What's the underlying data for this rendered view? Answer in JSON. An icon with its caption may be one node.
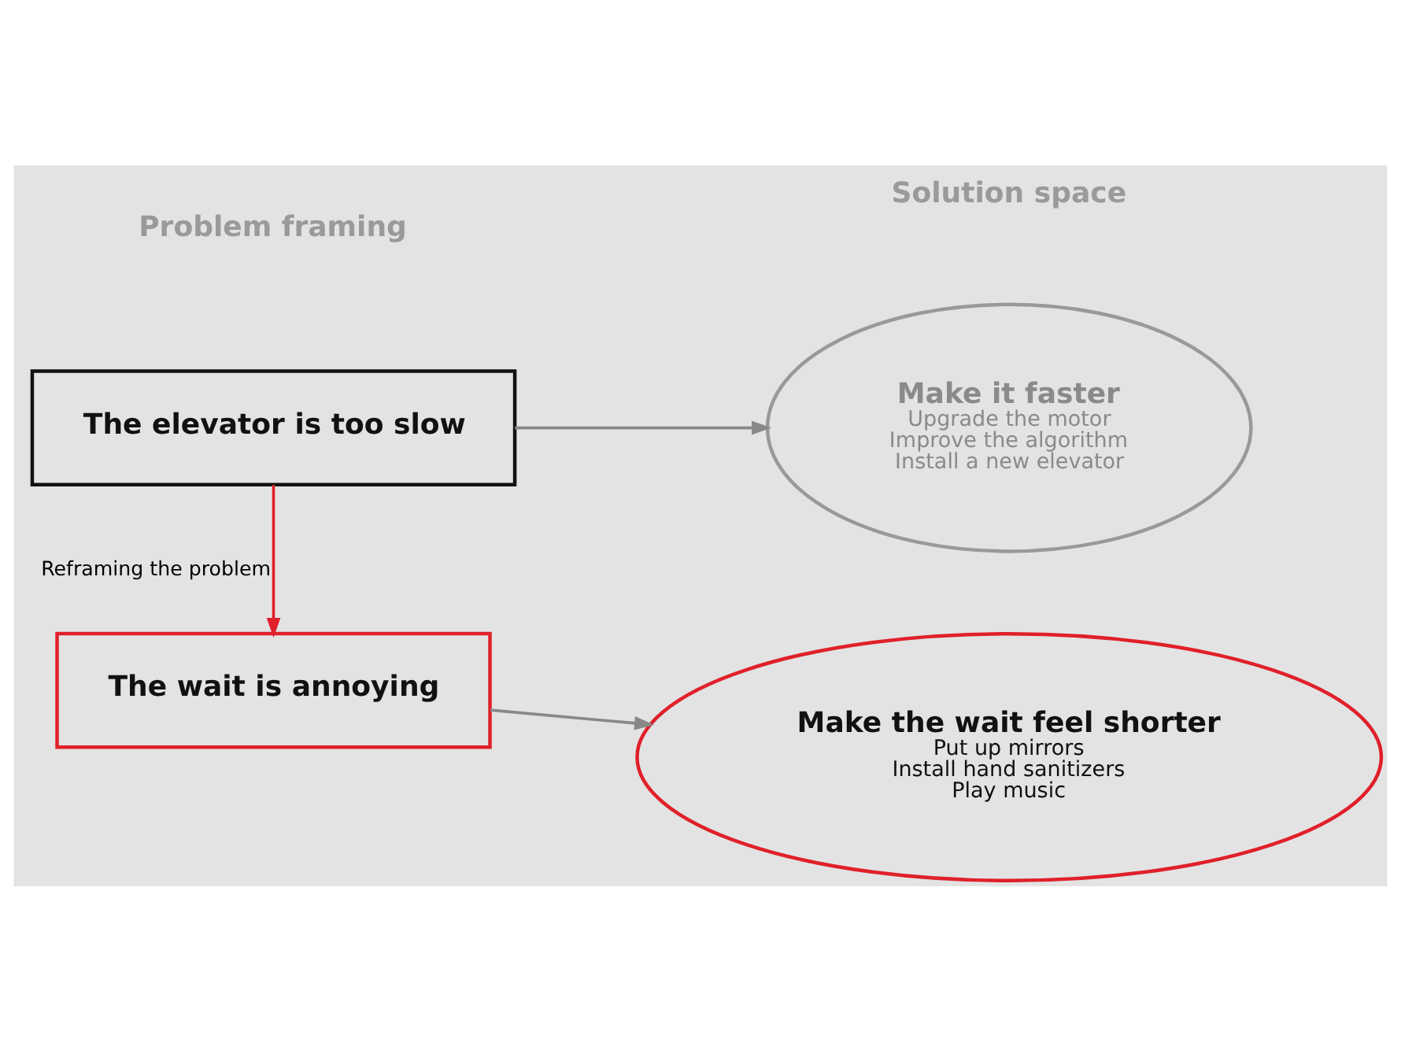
{
  "diagram": {
    "nodes": [
      {
        "text": [
          "The elevator is too slow"
        ]
      },
      {
        "text": [
          "Make it faster",
          "Upgrade the motor",
          "Improve the algorithm",
          "Install a new elevator"
        ]
      },
      {
        "text": [
          "The wait is annoying"
        ]
      },
      {
        "text": [
          "Make the wait feel shorter",
          "Put up mirrors",
          "Install hand sanitizers",
          "Play music"
        ]
      }
    ],
    "edges": [
      {
        "from": 0,
        "to": 1,
        "arrow": "to"
      },
      {
        "from": 0,
        "to": 2,
        "arrow": "to",
        "label": "Reframing the problem",
        "color": "#e0202a"
      },
      {
        "from": 2,
        "to": 3,
        "arrow": "to"
      }
    ],
    "labels": [
      "Problem framing",
      "Solution space"
    ]
  }
}
